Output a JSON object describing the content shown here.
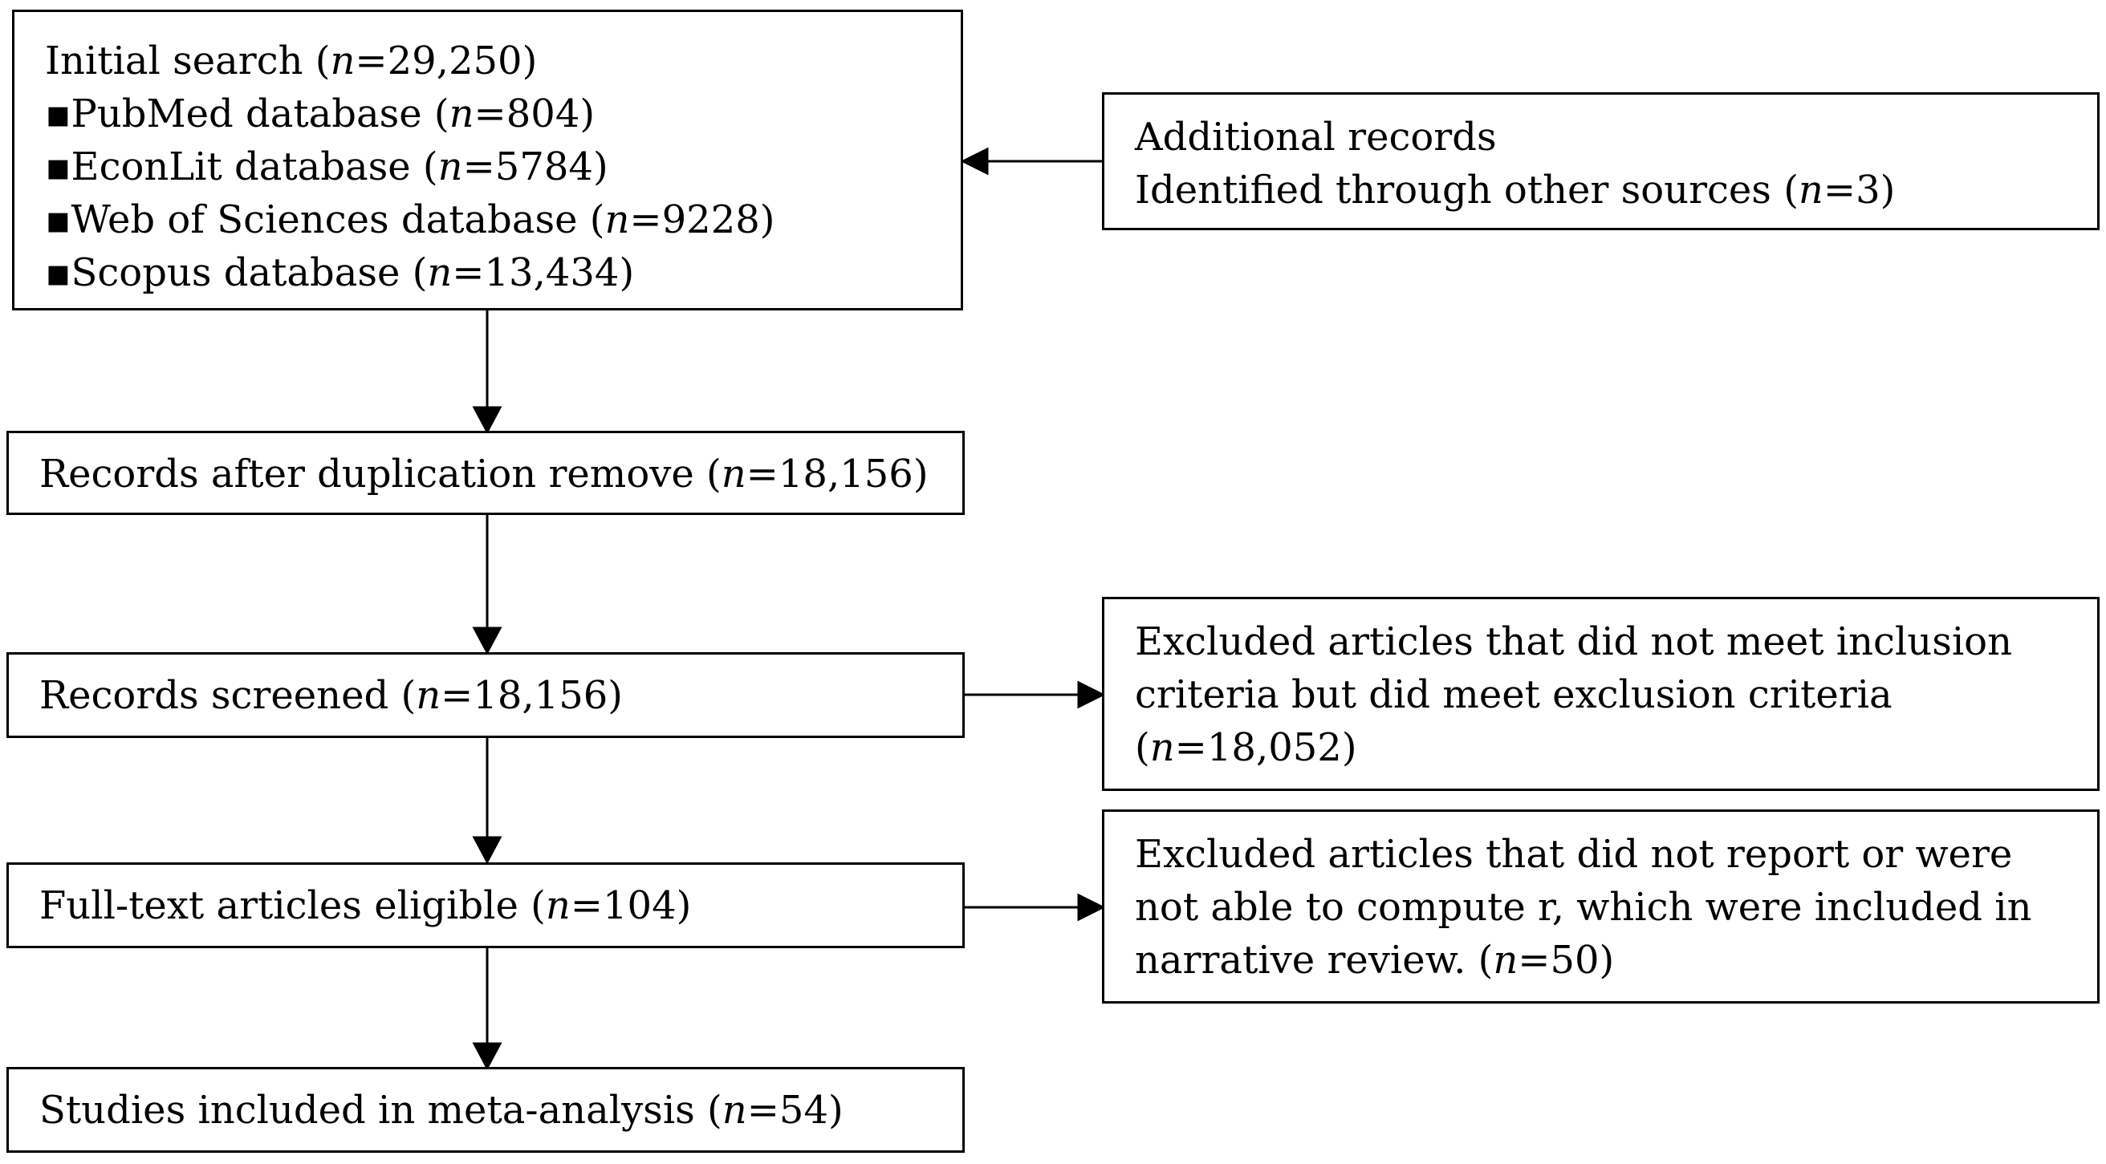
{
  "initial_search": {
    "title": "Initial search",
    "title_n": "29,250",
    "sources": [
      {
        "bullet": "▪",
        "label": "PubMed database",
        "n": "804"
      },
      {
        "bullet": "▪",
        "label": "EconLit database",
        "n": "5784"
      },
      {
        "bullet": "▪",
        "label": "Web of Sciences database",
        "n": "9228"
      },
      {
        "bullet": "▪",
        "label": "Scopus database",
        "n": "13,434"
      }
    ]
  },
  "additional_records": {
    "line1": "Additional records",
    "line2": "Identified through other sources",
    "n": "3"
  },
  "dedup": {
    "label": "Records after duplication remove",
    "n": "18,156"
  },
  "screened": {
    "label": "Records screened",
    "n": "18,156"
  },
  "excluded_criteria": {
    "line1": "Excluded articles that did not meet inclusion",
    "line2": "criteria but did meet exclusion criteria",
    "n": "18,052"
  },
  "fulltext": {
    "label": "Full-text articles eligible",
    "n": "104"
  },
  "excluded_r": {
    "line1": "Excluded articles that did not report or were",
    "line2": "not able to compute r, which were included in",
    "line3": "narrative review.",
    "n": "50"
  },
  "included": {
    "label": "Studies included in meta-analysis",
    "n": "54"
  },
  "n_symbol": "n",
  "colors": {
    "line": "#000000",
    "background": "#ffffff"
  }
}
